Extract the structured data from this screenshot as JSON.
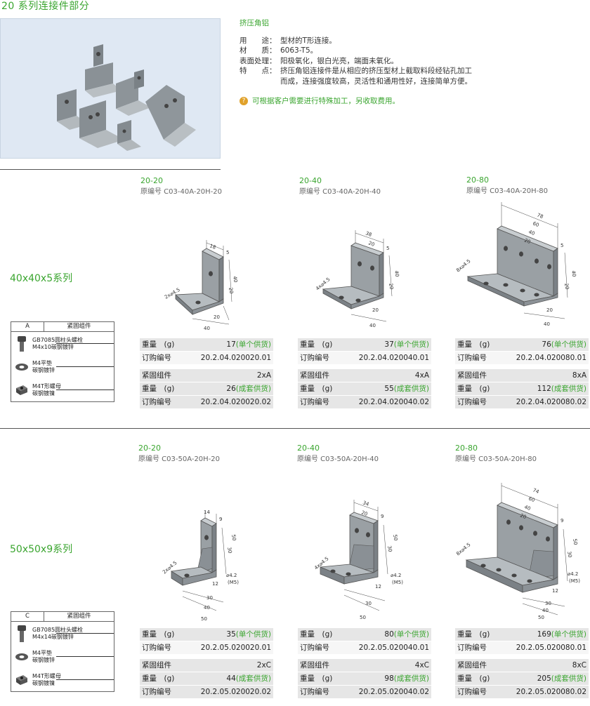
{
  "page_title": "20 系列连接件部分",
  "intro": {
    "heading": "挤压角铝",
    "specs": [
      {
        "label": "用　　途：",
        "value": "型材的T形连接。"
      },
      {
        "label": "材　　质：",
        "value": "6063-T5。"
      },
      {
        "label": "表面处理：",
        "value": "阳极氧化，银白光亮，端面未氧化。"
      },
      {
        "label": "特　　点：",
        "value": "挤压角铝连接件是从相应的挤压型材上截取料段经钻孔加工"
      }
    ],
    "features_cont": "而成，连接强度较高，灵活性和通用性好，连接简单方便。",
    "note": "可根据客户需要进行特殊加工，另收取费用。",
    "note_icon": "?"
  },
  "section1": {
    "label": "40x40x5系列",
    "parts": {
      "col_a": "A",
      "col_b": "紧固组件",
      "items": [
        {
          "l1": "GB7085圆柱头螺栓",
          "l2": "M4x10碳钢镀锌"
        },
        {
          "l1": "M4平垫",
          "l2": "碳钢镀锌"
        },
        {
          "l1": "M4T形螺母",
          "l2": "碳钢镀镍"
        }
      ]
    },
    "products": [
      {
        "code": "20-20",
        "orig": "原编号 C03-40A-20H-20",
        "weight_label": "重量　(g)",
        "weight": "17",
        "single": "(单个供货)",
        "order_label": "订购编号",
        "order": "20.2.04.020020.01",
        "kit_label": "紧固组件",
        "kit": "2xA",
        "kit_weight": "26",
        "kit_supply": "(成套供货)",
        "kit_order": "20.2.04.020020.02",
        "dims": [
          "18",
          "5",
          "40",
          "20",
          "40",
          "20",
          "2x⌀4.5"
        ]
      },
      {
        "code": "20-40",
        "orig": "原编号 C03-40A-20H-40",
        "weight_label": "重量　(g)",
        "weight": "37",
        "single": "(单个供货)",
        "order_label": "订购编号",
        "order": "20.2.04.020040.01",
        "kit_label": "紧固组件",
        "kit": "4xA",
        "kit_weight": "55",
        "kit_supply": "(成套供货)",
        "kit_order": "20.2.04.020040.02",
        "dims": [
          "38",
          "20",
          "5",
          "40",
          "20",
          "20",
          "40",
          "4x⌀4.5"
        ]
      },
      {
        "code": "20-80",
        "orig": "原编号 C03-40A-20H-80",
        "weight_label": "重量　(g)",
        "weight": "76",
        "single": "(单个供货)",
        "order_label": "订购编号",
        "order": "20.2.04.020080.01",
        "kit_label": "紧固组件",
        "kit": "8xA",
        "kit_weight": "112",
        "kit_supply": "(成套供货)",
        "kit_order": "20.2.04.020080.02",
        "dims": [
          "78",
          "60",
          "40",
          "20",
          "5",
          "40",
          "20",
          "40",
          "20",
          "8x⌀4.5"
        ]
      }
    ]
  },
  "section2": {
    "label": "50x50x9系列",
    "parts": {
      "col_a": "C",
      "col_b": "紧固组件",
      "items": [
        {
          "l1": "GB7085圆柱头螺栓",
          "l2": "M4x14碳钢镀锌"
        },
        {
          "l1": "M4平垫",
          "l2": "碳钢镀锌"
        },
        {
          "l1": "M4T形螺母",
          "l2": "碳钢镀镍"
        }
      ]
    },
    "products": [
      {
        "code": "20-20",
        "orig": "原编号 C03-50A-20H-20",
        "weight_label": "重量　(g)",
        "weight": "35",
        "single": "(单个供货)",
        "order_label": "订购编号",
        "order": "20.2.05.020020.01",
        "kit_label": "紧固组件",
        "kit": "2xC",
        "kit_weight": "44",
        "kit_supply": "(成套供货)",
        "kit_order": "20.2.05.020020.02",
        "dims": [
          "14",
          "9",
          "50",
          "30",
          "50",
          "40",
          "30",
          "12",
          "2x⌀4.5",
          "⌀4.2",
          "(M5)"
        ]
      },
      {
        "code": "20-40",
        "orig": "原编号 C03-50A-20H-40",
        "weight_label": "重量　(g)",
        "weight": "80",
        "single": "(单个供货)",
        "order_label": "订购编号",
        "order": "20.2.05.020040.01",
        "kit_label": "紧固组件",
        "kit": "4xC",
        "kit_weight": "98",
        "kit_supply": "(成套供货)",
        "kit_order": "20.2.05.020040.02",
        "dims": [
          "34",
          "20",
          "9",
          "50",
          "30",
          "50",
          "30",
          "12",
          "4x⌀4.5",
          "⌀4.2",
          "(M5)"
        ]
      },
      {
        "code": "20-80",
        "orig": "原编号 C03-50A-20H-80",
        "weight_label": "重量　(g)",
        "weight": "169",
        "single": "(单个供货)",
        "order_label": "订购编号",
        "order": "20.2.05.020080.01",
        "kit_label": "紧固组件",
        "kit": "8xC",
        "kit_weight": "205",
        "kit_supply": "(成套供货)",
        "kit_order": "20.2.05.020080.02",
        "dims": [
          "74",
          "60",
          "40",
          "20",
          "9",
          "50",
          "30",
          "50",
          "40",
          "30",
          "12",
          "8x⌀4.5",
          "⌀4.2",
          "(M5)"
        ]
      }
    ]
  }
}
